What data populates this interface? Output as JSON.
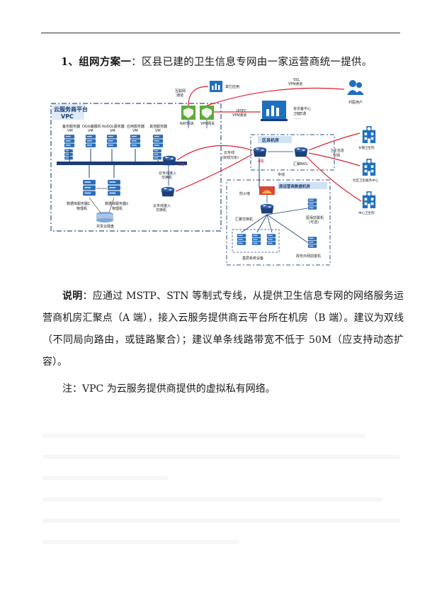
{
  "heading": {
    "number": "1、",
    "title": "组网方案一",
    "rest": "：区县已建的卫生信息专网由一家运营商统一提供。"
  },
  "diagram": {
    "internet_label_1": "互联网",
    "internet_label_2": "通道",
    "other_apps": "其它应用",
    "nat": "NAT网关",
    "vpn_gw": "VPN网关",
    "ssl_1": "SSL",
    "ssl_2": "VPN通道",
    "village_users": "村医用户",
    "ipsec_1": "IPSEC",
    "ipsec_2": "VPN通道",
    "prov_center_1": "省灾备中心",
    "prov_center_2": "卫健E通",
    "prov_center_3": "......",
    "cloud_title_1": "云服务商平台",
    "cloud_title_2": "VPC",
    "vm_labels": [
      [
        "备份服务器",
        "VM"
      ],
      [
        "OGG编服机",
        "VM"
      ],
      [
        "NoSQL服务器",
        "VM"
      ],
      [
        "应用服务器",
        "VM"
      ],
      [
        "其他服务器",
        "VM"
      ]
    ],
    "db1_1": "数据库服务器1",
    "db1_2": "物理机",
    "db2_1": "数据库服务器2",
    "db2_2": "物理机",
    "shared_disk": "共享云硬盘",
    "access_sw_1a": "云专线接入",
    "access_sw_1b": "交换机",
    "access_sw_2a": "云专线接入",
    "access_sw_2b": "交换机",
    "b_end": "B端",
    "a_end": "A端",
    "cloud_line_1": "云专线",
    "cloud_line_2": "(双线冗余)",
    "county_room": "区县机房",
    "agg_bas": "汇聚BAS",
    "dedicated_line": "专线",
    "health_net_1": "卫生信息",
    "health_net_2": "专网",
    "township": "乡镇卫生院",
    "community": "社区卫生服务中心",
    "center_hosp": "中心卫生院",
    "firewall": "防火墙",
    "existing_room": "原运营商数据机房",
    "agg_switch": "汇聚交换机",
    "frontend_1": "医保前置机",
    "frontend_2": "(可选)",
    "base_sys": "基层系统设备",
    "gov_frontend": "政务外网前置机"
  },
  "paragraph1": {
    "label": "说明",
    "text": "：应通过 MSTP、STN 等制式专线，从提供卫生信息专网的网络服务运营商机房汇聚点（A 端），接入云服务提供商云平台所在机房（B 端）。建议为双线（不同局向路由，或链路聚合）；建议单条线路带宽不低于 50M（应支持动态扩容）。"
  },
  "paragraph2": "注：VPC 为云服务提供商提供的虚拟私有网络。",
  "colors": {
    "red_link": "#d9232d",
    "blue": "#1f6fc1",
    "dark_blue": "#1b3d73",
    "green_shield": "#5bab3a"
  }
}
